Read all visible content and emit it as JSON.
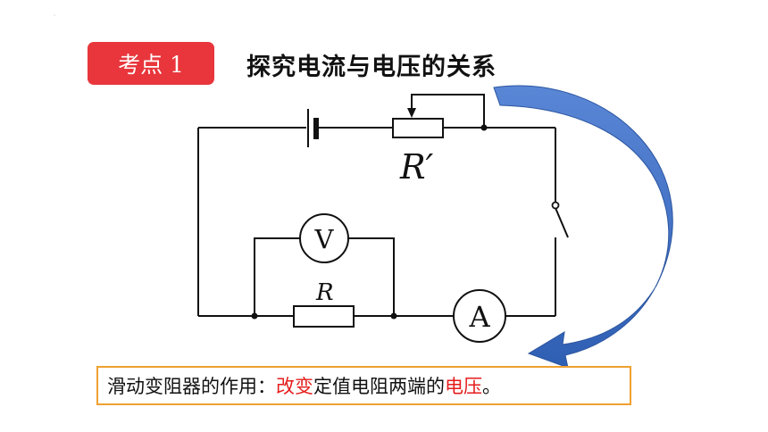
{
  "badge": {
    "label": "考点 1",
    "color": "#e8363c"
  },
  "title": "探究电流与电压的关系",
  "marker": "˙",
  "circuit": {
    "rheostat_label": "R′",
    "resistor_label": "R",
    "voltmeter_label": "V",
    "ammeter_label": "A"
  },
  "arrow": {
    "color": "#4472c4"
  },
  "note": {
    "prefix": "滑动变阻器的作用：",
    "highlight1": "改变",
    "middle": "定值电阻两端的",
    "highlight2": "电压",
    "suffix": "。",
    "highlight_color": "#e51c1c",
    "border_color": "#f0a030"
  }
}
